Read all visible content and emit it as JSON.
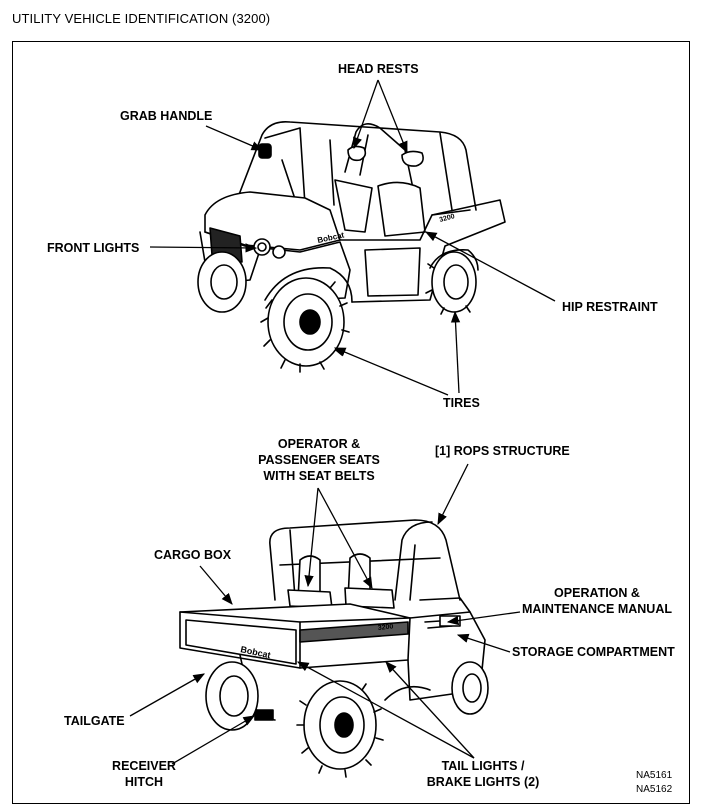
{
  "title": "UTILITY VEHICLE IDENTIFICATION (3200)",
  "labels": {
    "head_rests": "HEAD RESTS",
    "grab_handle": "GRAB HANDLE",
    "front_lights": "FRONT LIGHTS",
    "hip_restraint": "HIP RESTRAINT",
    "tires": "TIRES",
    "operator_seats_l1": "OPERATOR &",
    "operator_seats_l2": "PASSENGER SEATS",
    "operator_seats_l3": "WITH SEAT BELTS",
    "rops_structure": "[1] ROPS STRUCTURE",
    "cargo_box": "CARGO BOX",
    "operation_manual_l1": "OPERATION &",
    "operation_manual_l2": "MAINTENANCE MANUAL",
    "storage_compartment": "STORAGE COMPARTMENT",
    "tailgate": "TAILGATE",
    "receiver_hitch_l1": "RECEIVER",
    "receiver_hitch_l2": "HITCH",
    "tail_lights_l1": "TAIL LIGHTS /",
    "tail_lights_l2": "BRAKE LIGHTS (2)"
  },
  "figure_codes": [
    "NA5161",
    "NA5162"
  ],
  "vehicle_marks": {
    "brand": "Bobcat",
    "model": "3200"
  },
  "icons": {
    "front_view": "utility-vehicle-front-illustration",
    "rear_view": "utility-vehicle-rear-illustration"
  }
}
